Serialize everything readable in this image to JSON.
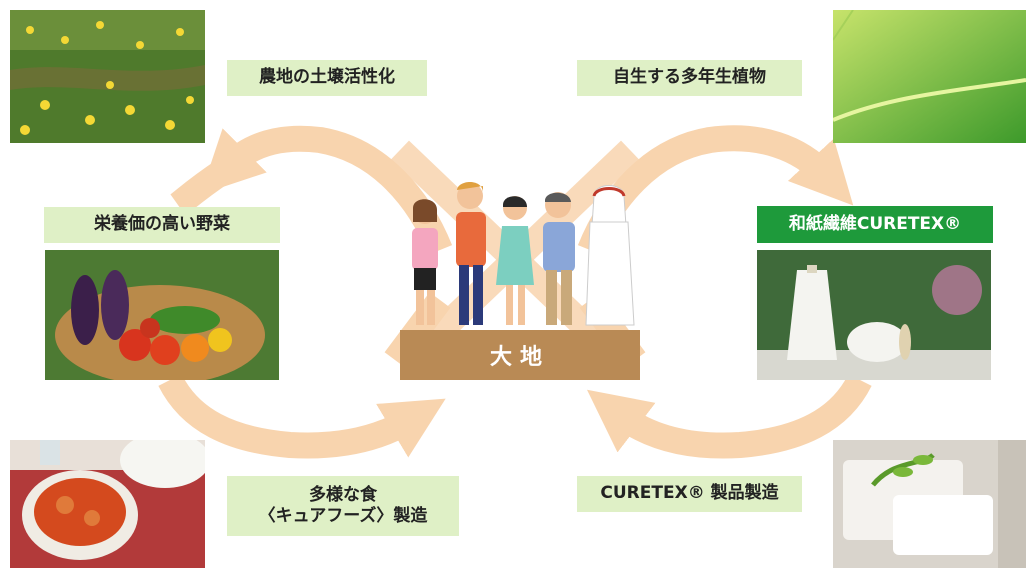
{
  "center_label": "大地",
  "nodes": {
    "soil": "農地の土壌活性化",
    "perennial": "自生する多年生植物",
    "vegetables": "栄養価の高い野菜",
    "fiber": "和紙繊維CURETEX®",
    "food_line1": "多様な食",
    "food_line2": "〈キュアフーズ〉製造",
    "products": "CURETEX® 製品製造"
  },
  "photos": {
    "field": "flower-field-photo",
    "leaf": "green-leaf-photo",
    "vegetables": "vegetable-basket-photo",
    "yarn": "yarn-cones-photo",
    "curry": "curry-dish-photo",
    "towels": "white-towels-photo"
  },
  "colors": {
    "arrow": "#f8d4ae",
    "label_bg": "#dff0c6",
    "highlight_bg": "#1e9a3b",
    "base": "#b98a55"
  }
}
